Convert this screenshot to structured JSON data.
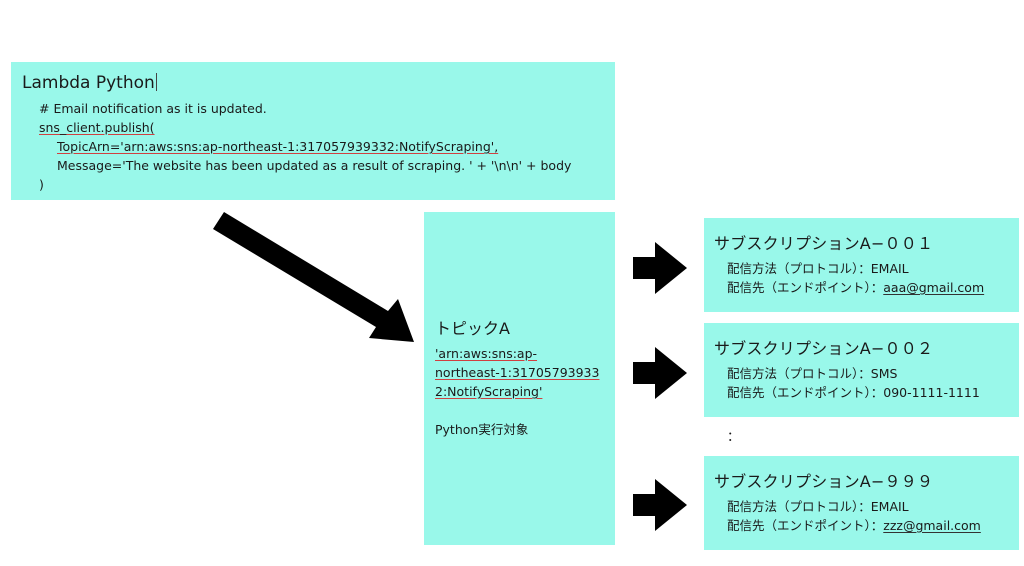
{
  "lambda": {
    "title": "Lambda Python",
    "code_lines": [
      "# Email notification as it is updated.",
      "sns_client.publish(",
      "TopicArn='arn:aws:sns:ap-northeast-1:317057939332:NotifyScraping',",
      "Message='The website has been updated as a result of scraping. ' + '\\n\\n' + body",
      ")"
    ]
  },
  "topic": {
    "title": "トピックA",
    "arn_lines": [
      "'arn:aws:sns:ap-",
      "northeast-1:31705793933",
      "2:NotifyScraping'"
    ],
    "target": "Python実行対象"
  },
  "subscriptions": [
    {
      "title": "サブスクリプションA−００１",
      "method_label": "配信方法（プロトコル）：",
      "method_value": "EMAIL",
      "dest_label": "配信先（エンドポイント）：",
      "dest_value": "aaa@gmail.com"
    },
    {
      "title": "サブスクリプションA−００２",
      "method_label": "配信方法（プロトコル）：",
      "method_value": "SMS",
      "dest_label": "配信先（エンドポイント）：",
      "dest_value": "090-1111-1111"
    },
    {
      "title": "サブスクリプションA−９９９",
      "method_label": "配信方法（プロトコル）：",
      "method_value": "EMAIL",
      "dest_label": "配信先（エンドポイント）：",
      "dest_value": "zzz@gmail.com"
    }
  ],
  "ellipsis": "：",
  "colors": {
    "box_fill": "#99f8ea",
    "arrow": "#000000"
  }
}
